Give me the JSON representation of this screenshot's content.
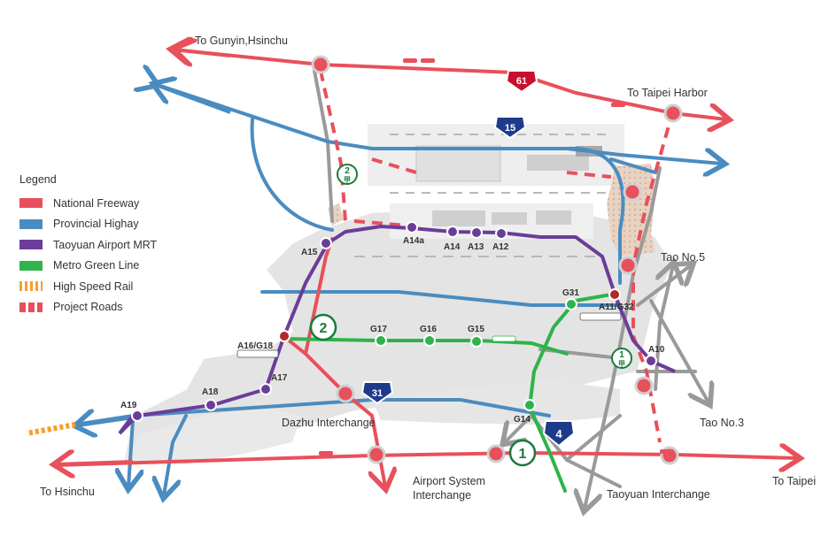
{
  "legend": {
    "title": "Legend",
    "items": [
      {
        "label": "National Freeway",
        "color": "#e8505b",
        "style": "solid"
      },
      {
        "label": "Provincial Highay",
        "color": "#4a8cc0",
        "style": "solid"
      },
      {
        "label": "Taoyuan Airport MRT",
        "color": "#6a3d9a",
        "style": "solid"
      },
      {
        "label": "Metro Green Line",
        "color": "#2fb34a",
        "style": "solid"
      },
      {
        "label": "High Speed Rail",
        "color": "#f5a031",
        "style": "rail"
      },
      {
        "label": "Project Roads",
        "color": "#e8505b",
        "style": "dashed"
      }
    ]
  },
  "destinations": {
    "gunyin": "To Gunyin,Hsinchu",
    "taipei_harbor": "To Taipei Harbor",
    "tao5": "Tao No.5",
    "tao3": "Tao No.3",
    "hsinchu": "To Hsinchu",
    "taipei": "To Taipei",
    "dazhu": "Dazhu Interchange",
    "airport_sys_1": "Airport System",
    "airport_sys_2": "Interchange",
    "taoyuan_ic": "Taoyuan Interchange"
  },
  "shields": {
    "r61": "61",
    "r15": "15",
    "r31": "31",
    "r4": "4"
  },
  "flowers": {
    "f1": "1",
    "f2": "2",
    "f2a": "2",
    "f2a_sub": "甲",
    "f1a": "1",
    "f1a_sub": "甲"
  },
  "stations": {
    "A10": "A10",
    "A11G32": "A11/G32",
    "A12": "A12",
    "A13": "A13",
    "A14": "A14",
    "A14a": "A14a",
    "A15": "A15",
    "A16G18": "A16/G18",
    "A17": "A17",
    "A18": "A18",
    "A19": "A19",
    "G14": "G14",
    "G15": "G15",
    "G16": "G16",
    "G17": "G17",
    "G31": "G31"
  },
  "colors": {
    "freeway": "#e8505b",
    "provincial": "#4a8cc0",
    "mrt": "#6a3d9a",
    "green": "#2fb34a",
    "hsr": "#f5a031",
    "other_road": "#9a9a9a",
    "land": "#e4e4e4",
    "special_zone": "#e8d2c2"
  }
}
